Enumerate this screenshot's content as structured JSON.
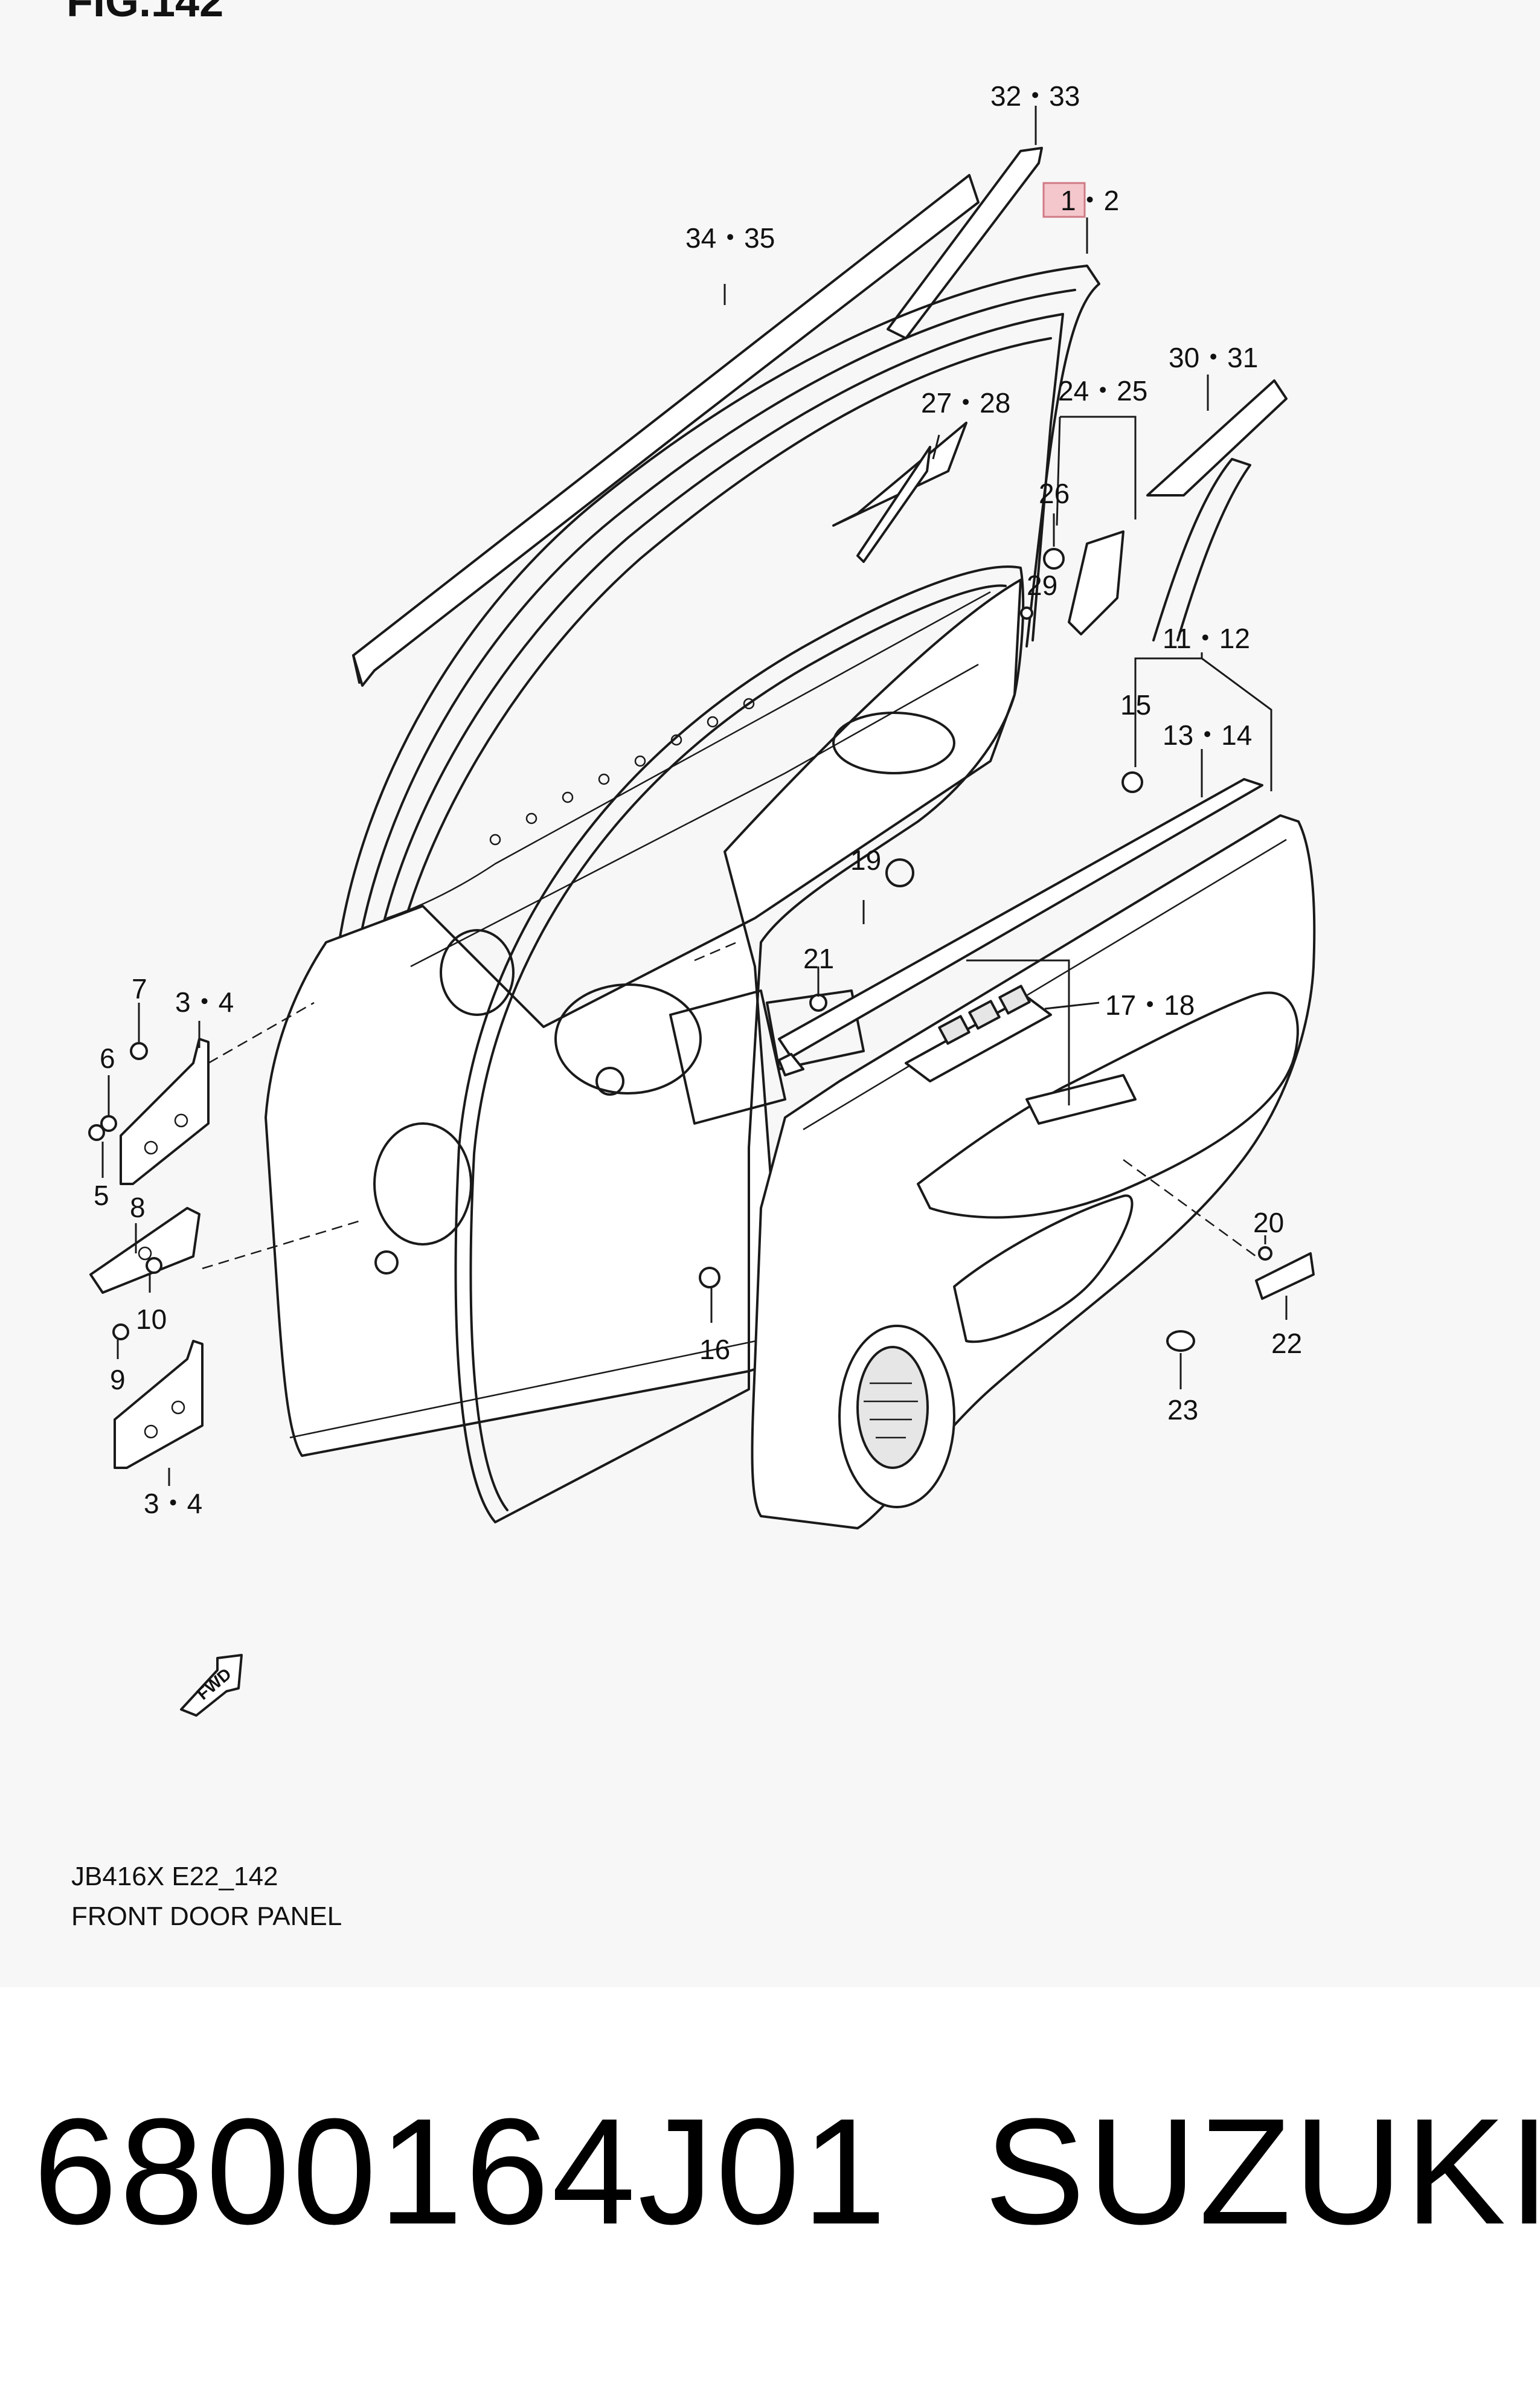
{
  "figure": {
    "title": "FIG.142",
    "code": "JB416X E22_142",
    "name": "FRONT DOOR PANEL"
  },
  "callouts": {
    "c_32_33": "32・33",
    "c_1_2": "1・2",
    "c_34_35": "34・35",
    "c_30_31": "30・31",
    "c_27_28": "27・28",
    "c_24_25": "24・25",
    "c_26": "26",
    "c_29": "29",
    "c_11_12": "11・12",
    "c_15": "15",
    "c_13_14": "13・14",
    "c_19": "19",
    "c_21": "21",
    "c_17_18": "17・18",
    "c_7": "7",
    "c_3_4_top": "3・4",
    "c_6": "6",
    "c_5": "5",
    "c_8": "8",
    "c_10": "10",
    "c_9": "9",
    "c_3_4_bottom": "3・4",
    "c_16": "16",
    "c_20": "20",
    "c_22": "22",
    "c_23": "23"
  },
  "highlighted_callout": "1・2",
  "highlight_color": "#f4c7cc",
  "fwd_arrow": {
    "label": "FWD",
    "icon": "fwd-arrow-icon"
  },
  "banner": {
    "part_number": "6800164J01",
    "brand": "SUZUKI"
  }
}
